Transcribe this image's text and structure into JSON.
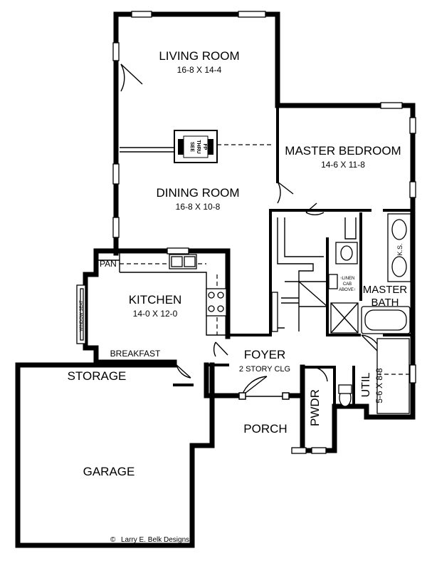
{
  "rooms": {
    "living_room": {
      "name": "LIVING ROOM",
      "dim": "16-8 X 14-4"
    },
    "master_bedroom": {
      "name": "MASTER BEDROOM",
      "dim": "14-6 X 11-8"
    },
    "dining_room": {
      "name": "DINING ROOM",
      "dim": "16-8 X 10-8"
    },
    "kitchen": {
      "name": "KITCHEN",
      "dim": "14-0 X 12-0"
    },
    "master_bath": {
      "line1": "MASTER",
      "line2": "BATH"
    },
    "foyer": {
      "name": "FOYER",
      "note": "2 STORY CLG"
    },
    "util": {
      "name": "UTIL",
      "dim": "5-6 X 8-8"
    },
    "breakfast": "BREAKFAST",
    "storage": "STORAGE",
    "garage": "GARAGE",
    "porch": "PORCH",
    "pwdr": "PWDR",
    "pantry": "PAN"
  },
  "fixtures": {
    "fireplace": [
      "SEE",
      "THRU",
      "FP"
    ],
    "window_seat": "WINDOW SEAT",
    "ks": "K.S.",
    "linen": [
      "↑LINEN",
      "CAB",
      "ABOVE↑"
    ]
  },
  "credit": "Larry E. Belk Designs",
  "copyright_symbol": "©"
}
